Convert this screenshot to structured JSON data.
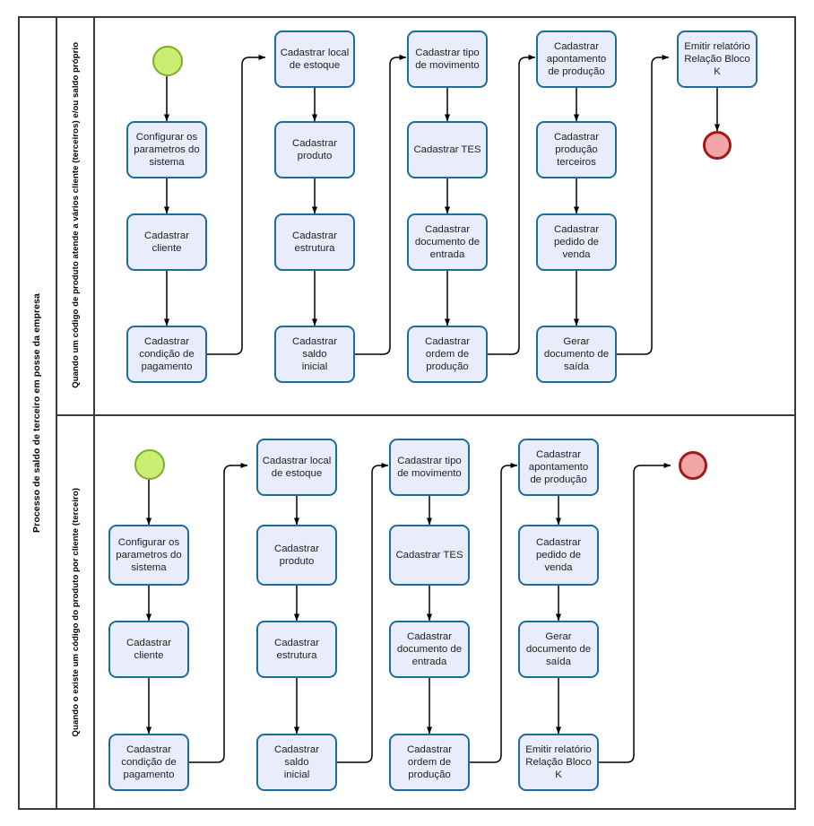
{
  "pool": {
    "title": "Processo de saldo de terceiro em posse da empresa"
  },
  "lanes": [
    {
      "id": "lane1",
      "label": "Quando um código de produto atende a vários cliente (terceiros) e/ou saldo próprio"
    },
    {
      "id": "lane2",
      "label": "Quando o existe um código do produto por cliente (terceiro)"
    }
  ],
  "diagram": {
    "type": "flowchart",
    "colors": {
      "task_fill": "#e9edfb",
      "task_border": "#1b6d9b",
      "start_fill": "#c9ee72",
      "start_border": "#7cae2a",
      "end_fill": "#f0a6a6",
      "end_border": "#a21a1a",
      "frame": "#3b3b3b",
      "connector": "#000000"
    }
  },
  "lane1_nodes": {
    "start": "",
    "n1": "Configurar os\nparametros do\nsistema",
    "n2": "Cadastrar\ncliente",
    "n3": "Cadastrar\ncondição de\npagamento",
    "n4": "Cadastrar local\nde estoque",
    "n5": "Cadastrar\nproduto",
    "n6": "Cadastrar\nestrutura",
    "n7": "Cadastrar saldo\ninicial",
    "n8": "Cadastrar tipo\nde movimento",
    "n9": "Cadastrar TES",
    "n10": "Cadastrar\ndocumento de\nentrada",
    "n11": "Cadastrar\nordem de\nprodução",
    "n12": "Cadastrar\napontamento\nde produção",
    "n13": "Cadastrar\nprodução\nterceiros",
    "n14": "Cadastrar\npedido de\nvenda",
    "n15": "Gerar\ndocumento de\nsaída",
    "n16": "Emitir relatório\nRelação Bloco\nK",
    "end": ""
  },
  "lane2_nodes": {
    "start": "",
    "n1": "Configurar os\nparametros do\nsistema",
    "n2": "Cadastrar\ncliente",
    "n3": "Cadastrar\ncondição de\npagamento",
    "n4": "Cadastrar local\nde estoque",
    "n5": "Cadastrar\nproduto",
    "n6": "Cadastrar\nestrutura",
    "n7": "Cadastrar saldo\ninicial",
    "n8": "Cadastrar tipo\nde movimento",
    "n9": "Cadastrar TES",
    "n10": "Cadastrar\ndocumento de\nentrada",
    "n11": "Cadastrar\nordem de\nprodução",
    "n12": "Cadastrar\napontamento\nde produção",
    "n13": "Cadastrar\npedido de\nvenda",
    "n14": "Gerar\ndocumento de\nsaída",
    "n15": "Emitir relatório\nRelação Bloco\nK",
    "end": ""
  }
}
